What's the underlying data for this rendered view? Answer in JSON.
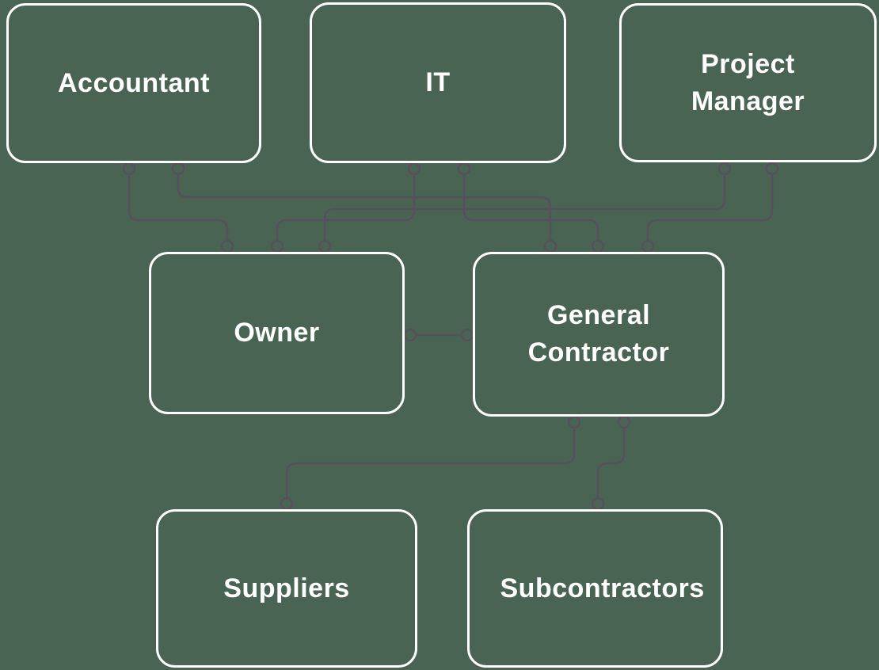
{
  "canvas": {
    "background_color": "#4A6453",
    "connector_color": "#56505C",
    "box_border_color": "#FFFFFF",
    "text_color": "#FFFFFF"
  },
  "nodes": {
    "accountant": {
      "label": "Accountant"
    },
    "it": {
      "label": "IT"
    },
    "project_manager": {
      "label": "Project Manager"
    },
    "owner": {
      "label": "Owner"
    },
    "general_contractor": {
      "label": "General Contractor"
    },
    "suppliers": {
      "label": "Suppliers"
    },
    "subcontractors": {
      "label": "Subcontractors"
    }
  },
  "edges": [
    {
      "from": "Accountant",
      "to": "Owner"
    },
    {
      "from": "Accountant",
      "to": "General Contractor"
    },
    {
      "from": "IT",
      "to": "Owner"
    },
    {
      "from": "IT",
      "to": "General Contractor"
    },
    {
      "from": "Project Manager",
      "to": "Owner"
    },
    {
      "from": "Project Manager",
      "to": "General Contractor"
    },
    {
      "from": "Owner",
      "to": "General Contractor"
    },
    {
      "from": "General Contractor",
      "to": "Suppliers"
    },
    {
      "from": "General Contractor",
      "to": "Subcontractors"
    }
  ]
}
